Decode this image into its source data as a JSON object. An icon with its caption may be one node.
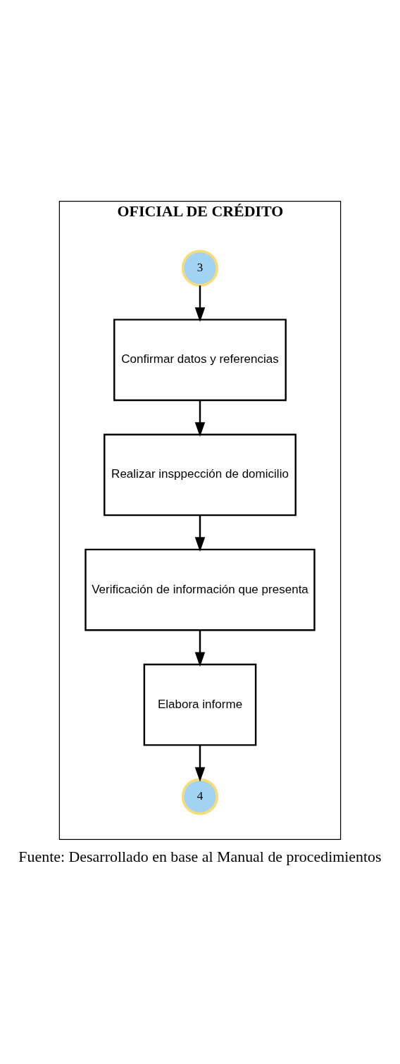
{
  "diagram": {
    "caption": "Fuente: Desarrollado en base al Manual de procedimientos",
    "nodes": [
      {
        "text": [
          "OFICIAL DE CRÉDITO"
        ]
      },
      {
        "text": [
          "3"
        ],
        "in": 0
      },
      {
        "text": [
          "Confirmar datos y referencias"
        ],
        "in": 0
      },
      {
        "text": [
          "Realizar insppección de domicilio"
        ],
        "in": 0
      },
      {
        "text": [
          "Verificación de información que presenta"
        ],
        "in": 0
      },
      {
        "text": [
          "Elabora informe"
        ],
        "in": 0
      },
      {
        "text": [
          "4"
        ],
        "in": 0
      }
    ],
    "edges": [
      {
        "from": 1,
        "to": 2,
        "arrow": "to"
      },
      {
        "from": 2,
        "to": 3,
        "arrow": "to"
      },
      {
        "from": 3,
        "to": 4,
        "arrow": "to"
      },
      {
        "from": 4,
        "to": 5,
        "arrow": "to"
      },
      {
        "from": 5,
        "to": 6,
        "arrow": "to"
      }
    ]
  }
}
